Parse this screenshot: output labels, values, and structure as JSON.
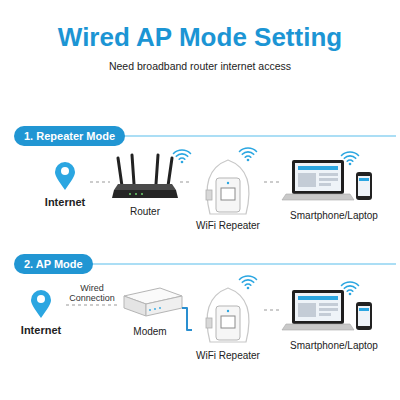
{
  "diagram": {
    "title": "Wired AP Mode Setting",
    "nodes": [
      {
        "text": [
          "1. Repeater Mode"
        ]
      },
      {
        "text": [
          "Internet"
        ]
      },
      {
        "text": [
          "Router"
        ]
      },
      {
        "text": [
          "WiFi Repeater"
        ]
      },
      {
        "text": [
          "Smartphone/Laptop"
        ]
      },
      {
        "text": [
          "2. AP Mode"
        ]
      },
      {
        "text": [
          "Internet"
        ]
      },
      {
        "text": [
          "Modem"
        ]
      },
      {
        "text": [
          "WiFi Repeater"
        ]
      },
      {
        "text": [
          "Smartphone/Laptop"
        ]
      }
    ],
    "edges": [
      {
        "from": 1,
        "to": 2,
        "arrow": "none"
      },
      {
        "from": 2,
        "to": 3,
        "arrow": "none"
      },
      {
        "from": 3,
        "to": 4,
        "arrow": "none"
      },
      {
        "from": 6,
        "to": 7,
        "label": "Wired Connection",
        "arrow": "none"
      },
      {
        "from": 7,
        "to": 8,
        "arrow": "none"
      },
      {
        "from": 8,
        "to": 9,
        "arrow": "none"
      }
    ],
    "labels": [
      "Need broadband router internet access"
    ]
  }
}
